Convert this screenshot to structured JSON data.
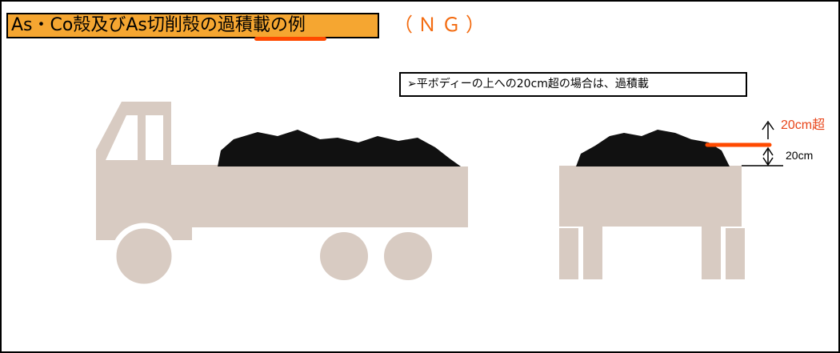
{
  "title": {
    "text": "As・Co殻及びAs切削殻の過積載の例",
    "ng": "（ＮＧ）"
  },
  "note": "➢平ボディーの上への20cm超の場合は、過積載",
  "dimension": {
    "over_label": "20cm超",
    "base_label": "20cm"
  },
  "colors": {
    "frame_bg": "#ffffff",
    "title_bg": "#f5a631",
    "accent_red": "#ff4a00",
    "ng_text": "#f36b10",
    "truck": "#d8cbc2",
    "load": "#111111"
  }
}
